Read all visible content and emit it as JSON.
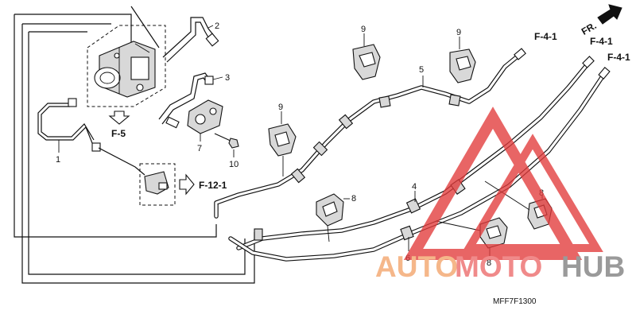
{
  "diagram": {
    "part_numbers": {
      "p1": "1",
      "p2": "2",
      "p3": "3",
      "p4": "4",
      "p5": "5",
      "p6": "6",
      "p7": "7",
      "p9a": "9",
      "p9b": "9",
      "p9c": "9",
      "p10": "10",
      "p8a": "8",
      "p8b": "8",
      "p8c": "8"
    },
    "references": {
      "f5": "F-5",
      "f12": "F-12-1",
      "f41a": "F-4-1",
      "f41b": "F-4-1",
      "f41c": "F-4-1"
    },
    "front_indicator": "FR.",
    "drawing_code": "MFF7F1300"
  },
  "watermark": {
    "word_auto": "AUTO",
    "word_moto": "MOTO",
    "word_hub": "HUB",
    "color_auto": "#f5b78a",
    "color_moto": "#f08a8a",
    "color_hub": "#9a9a9a",
    "logo_color": "#e23b3b"
  }
}
